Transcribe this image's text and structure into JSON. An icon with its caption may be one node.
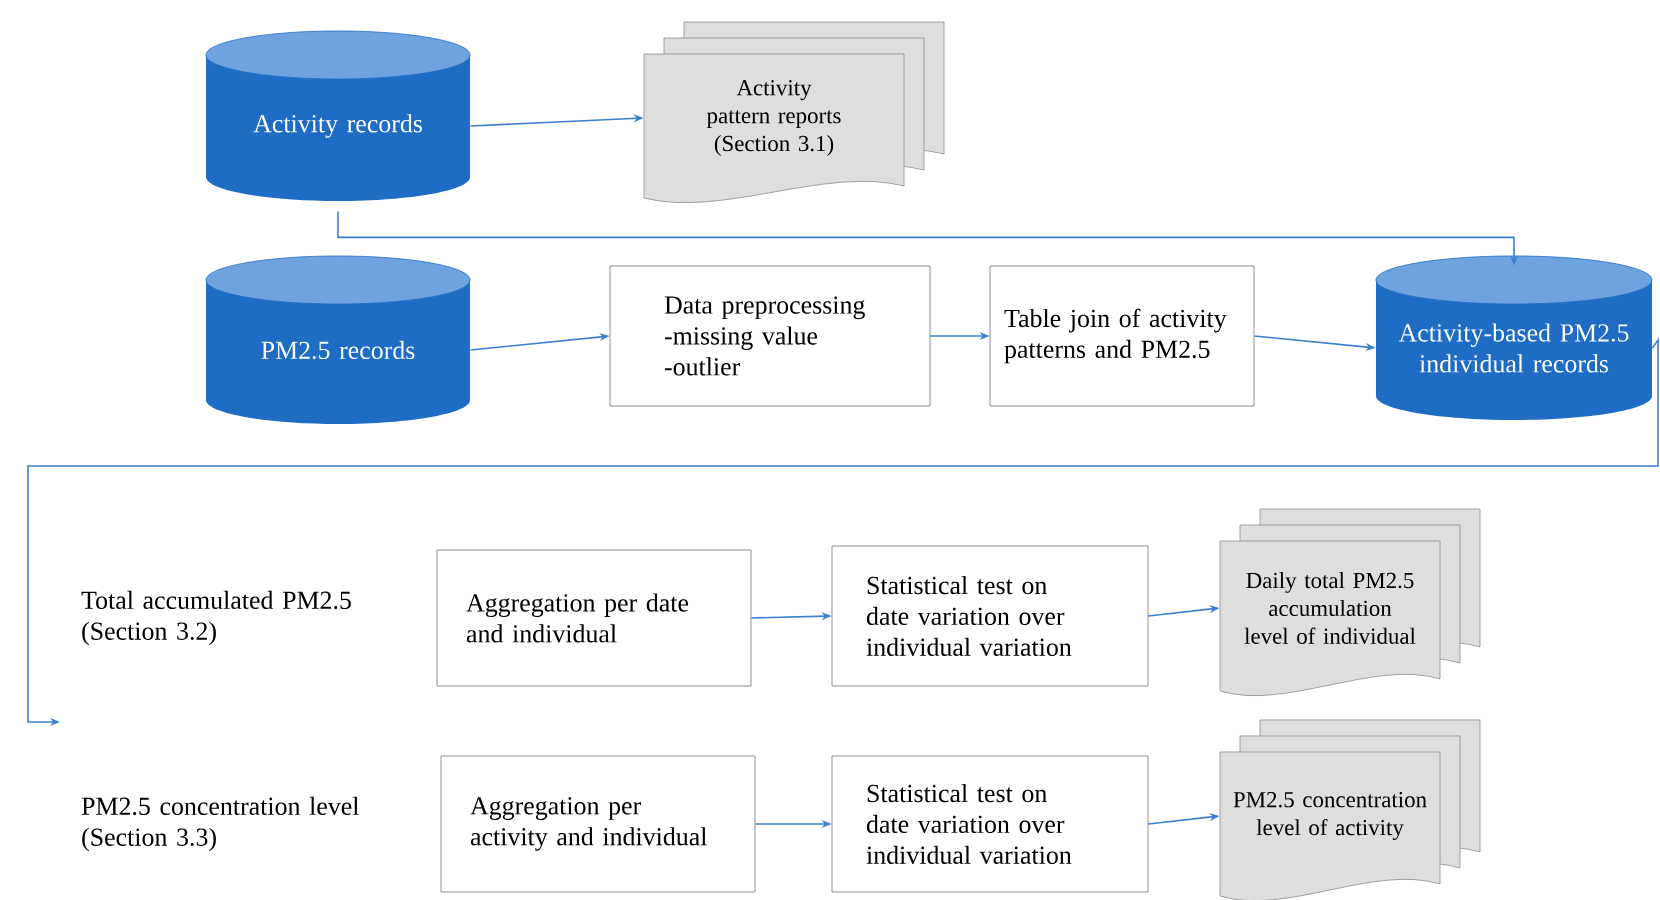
{
  "diagram": {
    "nodes": [
      {
        "text": [
          "Activity records"
        ]
      },
      {
        "text": [
          "Activity pattern reports (Section 3.1)"
        ]
      },
      {
        "text": [
          "PM2.5 records"
        ]
      },
      {
        "text": [
          "Data preprocessing -missing value -outlier"
        ]
      },
      {
        "text": [
          "Table join of activity patterns and PM2.5"
        ]
      },
      {
        "text": [
          "Activity-based PM2.5 individual records"
        ]
      },
      {
        "text": [
          "Aggregation per date and individual"
        ]
      },
      {
        "text": [
          "Statistical test on date variation over individual variation"
        ]
      },
      {
        "text": [
          "Daily total PM2.5 accumulation level of individual"
        ]
      },
      {
        "text": [
          "Aggregation per activity and individual"
        ]
      },
      {
        "text": [
          "Statistical test on date variation over individual variation"
        ]
      },
      {
        "text": [
          "PM2.5 concentration level of activity"
        ]
      }
    ],
    "edges": [
      {
        "from": 0,
        "to": 1,
        "arrow": "to"
      },
      {
        "from": 0,
        "to": 5,
        "arrow": "to"
      },
      {
        "from": 2,
        "to": 3,
        "arrow": "to"
      },
      {
        "from": 3,
        "to": 4,
        "arrow": "to"
      },
      {
        "from": 4,
        "to": 5,
        "arrow": "to"
      },
      {
        "from": 5,
        "to": null,
        "arrow": "to"
      },
      {
        "from": 6,
        "to": 7,
        "arrow": "to"
      },
      {
        "from": 7,
        "to": 8,
        "arrow": "to"
      },
      {
        "from": 9,
        "to": 10,
        "arrow": "to"
      },
      {
        "from": 10,
        "to": 11,
        "arrow": "to"
      }
    ],
    "labels": [
      "Total accumulated PM2.5 (Section 3.2)",
      "PM2.5 concentration level (Section 3.3)"
    ]
  }
}
